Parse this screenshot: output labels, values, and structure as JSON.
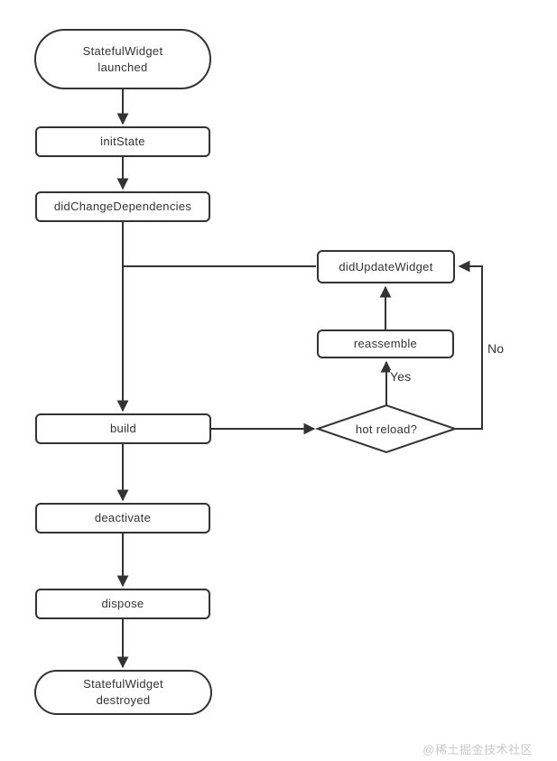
{
  "colors": {
    "line": "#333333",
    "text": "#333333",
    "background": "#ffffff",
    "watermark": "#c9c9c9"
  },
  "nodes": {
    "start": {
      "line1": "StatefulWidget",
      "line2": "launched"
    },
    "initState": {
      "label": "initState"
    },
    "didChangeDependencies": {
      "label": "didChangeDependencies"
    },
    "didUpdateWidget": {
      "label": "didUpdateWidget"
    },
    "reassemble": {
      "label": "reassemble"
    },
    "build": {
      "label": "build"
    },
    "hotReload": {
      "label": "hot reload?"
    },
    "deactivate": {
      "label": "deactivate"
    },
    "dispose": {
      "label": "dispose"
    },
    "end": {
      "line1": "StatefulWidget",
      "line2": "destroyed"
    }
  },
  "edge_labels": {
    "yes": "Yes",
    "no": "No"
  },
  "edges": [
    {
      "from": "StatefulWidget launched",
      "to": "initState",
      "label": ""
    },
    {
      "from": "initState",
      "to": "didChangeDependencies",
      "label": ""
    },
    {
      "from": "didChangeDependencies",
      "to": "build",
      "label": ""
    },
    {
      "from": "didChangeDependencies",
      "to": "didUpdateWidget",
      "label": ""
    },
    {
      "from": "build",
      "to": "hot reload?",
      "label": ""
    },
    {
      "from": "hot reload?",
      "to": "reassemble",
      "label": "Yes"
    },
    {
      "from": "hot reload?",
      "to": "didUpdateWidget",
      "label": "No"
    },
    {
      "from": "reassemble",
      "to": "didUpdateWidget",
      "label": ""
    },
    {
      "from": "build",
      "to": "deactivate",
      "label": ""
    },
    {
      "from": "deactivate",
      "to": "dispose",
      "label": ""
    },
    {
      "from": "dispose",
      "to": "StatefulWidget destroyed",
      "label": ""
    }
  ],
  "watermark": "@稀土掘金技术社区"
}
